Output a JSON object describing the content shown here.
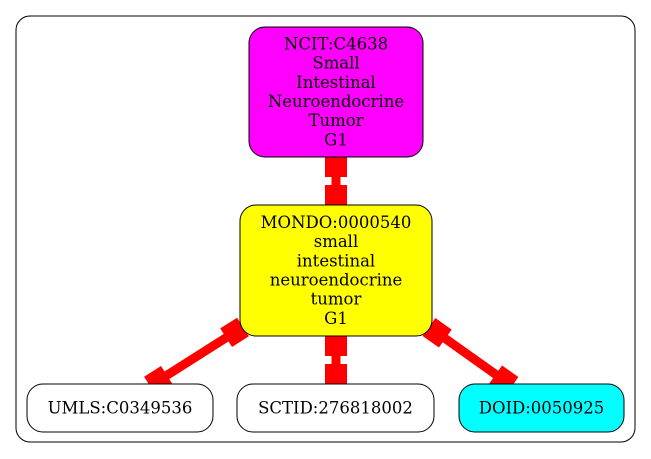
{
  "colors": {
    "edge": "#ff0000",
    "border": "#000000",
    "background": "#ffffff"
  },
  "nodes": [
    {
      "id": "ncit",
      "lines": [
        "NCIT:C4638",
        "Small",
        "Intestinal",
        "Neuroendocrine",
        "Tumor",
        "G1"
      ],
      "fill": "#ff00ff"
    },
    {
      "id": "mondo",
      "lines": [
        "MONDO:0000540",
        "small",
        "intestinal",
        "neuroendocrine",
        "tumor",
        "G1"
      ],
      "fill": "#ffff00"
    },
    {
      "id": "umls",
      "lines": [
        "UMLS:C0349536"
      ],
      "fill": "#ffffff"
    },
    {
      "id": "sctid",
      "lines": [
        "SCTID:276818002"
      ],
      "fill": "#ffffff"
    },
    {
      "id": "doid",
      "lines": [
        "DOID:0050925"
      ],
      "fill": "#00ffff"
    }
  ],
  "edges": [
    {
      "from": "ncit",
      "to": "mondo"
    },
    {
      "from": "mondo",
      "to": "umls"
    },
    {
      "from": "mondo",
      "to": "sctid"
    },
    {
      "from": "mondo",
      "to": "doid"
    }
  ]
}
